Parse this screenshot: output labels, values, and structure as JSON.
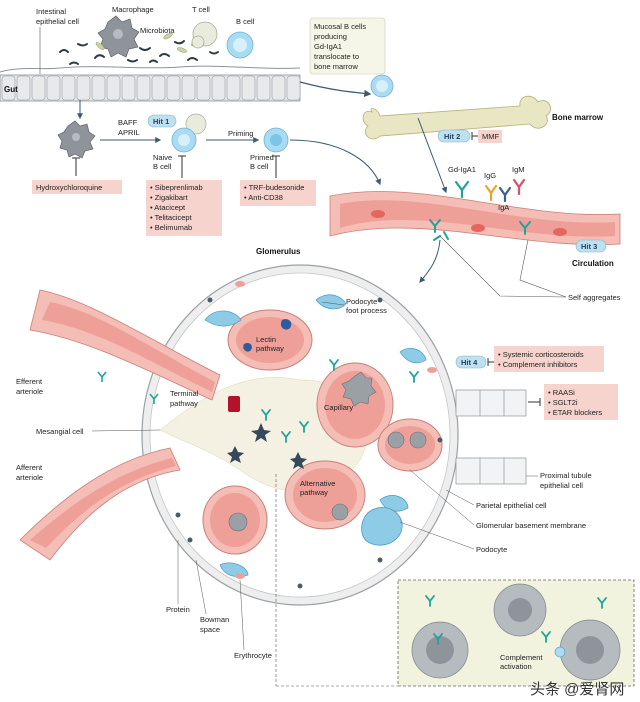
{
  "labels": {
    "intestinal_cell": [
      "Intestinal",
      "epithelial cell"
    ],
    "macrophage": "Macrophage",
    "microbiota": "Microbiota",
    "t_cell": "T cell",
    "b_cell": "B cell",
    "gut": "Gut",
    "mucosal": [
      "Mucosal B cells",
      "producing",
      "Gd-IgA1",
      "translocate to",
      "bone marrow"
    ],
    "bone_marrow": "Bone marrow",
    "baff": "BAFF",
    "april": "APRIL",
    "naive": [
      "Naive",
      "B cell"
    ],
    "priming": "Priming",
    "primed": [
      "Primed",
      "B cell"
    ],
    "gd_iga1": "Gd-IgA1",
    "igg": "IgG",
    "igm": "IgM",
    "iga": "IgA",
    "circulation": "Circulation",
    "self_aggregates": "Self aggregates",
    "glomerulus": "Glomerulus",
    "podocyte_foot": [
      "Podocyte",
      "foot process"
    ],
    "lectin": [
      "Lectin",
      "pathway"
    ],
    "efferent": [
      "Efferent",
      "arteriole"
    ],
    "terminal": [
      "Terminal",
      "pathway"
    ],
    "capillary": "Capillary",
    "mesangial": "Mesangial cell",
    "afferent": [
      "Afferent",
      "arteriole"
    ],
    "alternative": [
      "Alternative",
      "pathway"
    ],
    "proximal": [
      "Proximal tubule",
      "epithelial cell"
    ],
    "parietal": "Parietal epithelial cell",
    "gbm": "Glomerular basement membrane",
    "podocyte": "Podocyte",
    "protein": "Protein",
    "bowman": [
      "Bowman",
      "space"
    ],
    "erythrocyte": "Erythrocyte",
    "complement": [
      "Complement",
      "activation"
    ]
  },
  "hits": {
    "hit1": "Hit 1",
    "hit2": "Hit 2",
    "hit3": "Hit 3",
    "hit4": "Hit 4"
  },
  "therapies": {
    "hydroxychloroquine": "Hydroxychloroquine",
    "mmf": "MMF",
    "hit1_drugs": [
      "Sibeprenlimab",
      "Zigakibart",
      "Atacicept",
      "Telitacicept",
      "Belimumab"
    ],
    "primed_drugs": [
      "TRF-budesonide",
      "Anti-CD38"
    ],
    "hit4_drugs": [
      "Systemic corticosteroids",
      "Complement inhibitors"
    ],
    "kidney_drugs": [
      "RAASi",
      "SGLT2i",
      "ETAR blockers"
    ]
  },
  "watermark": "头条 @爱肾网",
  "colors": {
    "therapy_fill": "#f6d3cc",
    "hit_fill": "#bfe0ef",
    "vessel": "#ee9f98",
    "vessel_wall": "#f4bdb6",
    "podocyte": "#8ecbe6",
    "gut_epithelium": "#e7e9ea",
    "bone": "#e9e6c4"
  }
}
